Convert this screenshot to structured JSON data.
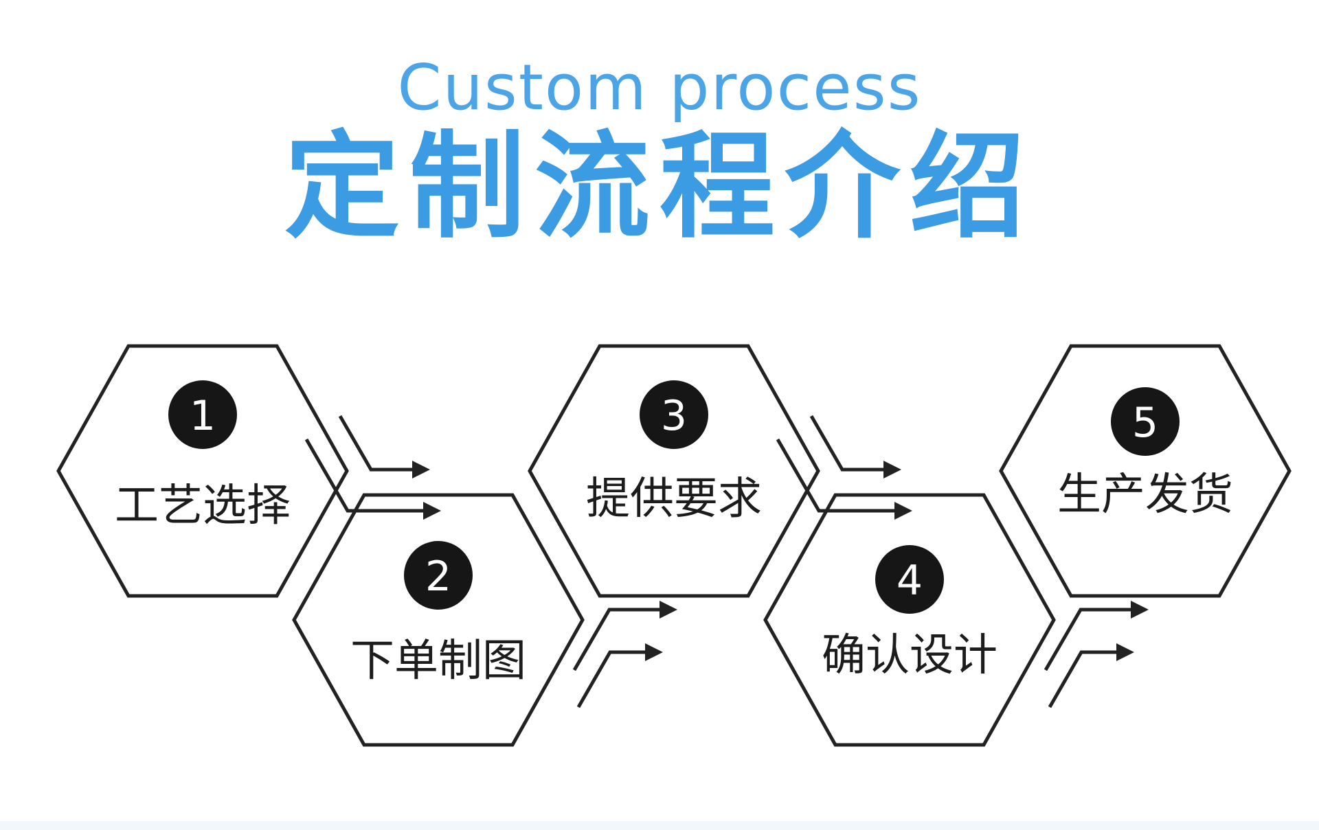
{
  "header": {
    "title_en": "Custom process",
    "title_zh": "定制流程介绍"
  },
  "colors": {
    "title": "#3b9be3",
    "outline": "#222222",
    "badge": "#161616",
    "label": "#1c1c1c"
  },
  "steps": [
    {
      "number": "1",
      "label": "工艺选择"
    },
    {
      "number": "2",
      "label": "下单制图"
    },
    {
      "number": "3",
      "label": "提供要求"
    },
    {
      "number": "4",
      "label": "确认设计"
    },
    {
      "number": "5",
      "label": "生产发货"
    }
  ],
  "connectors": [
    {
      "from": "1",
      "to": "2",
      "icon": "double-arrow-icon"
    },
    {
      "from": "2",
      "to": "3",
      "icon": "double-arrow-icon"
    },
    {
      "from": "3",
      "to": "4",
      "icon": "double-arrow-icon"
    },
    {
      "from": "4",
      "to": "5",
      "icon": "double-arrow-icon"
    }
  ]
}
